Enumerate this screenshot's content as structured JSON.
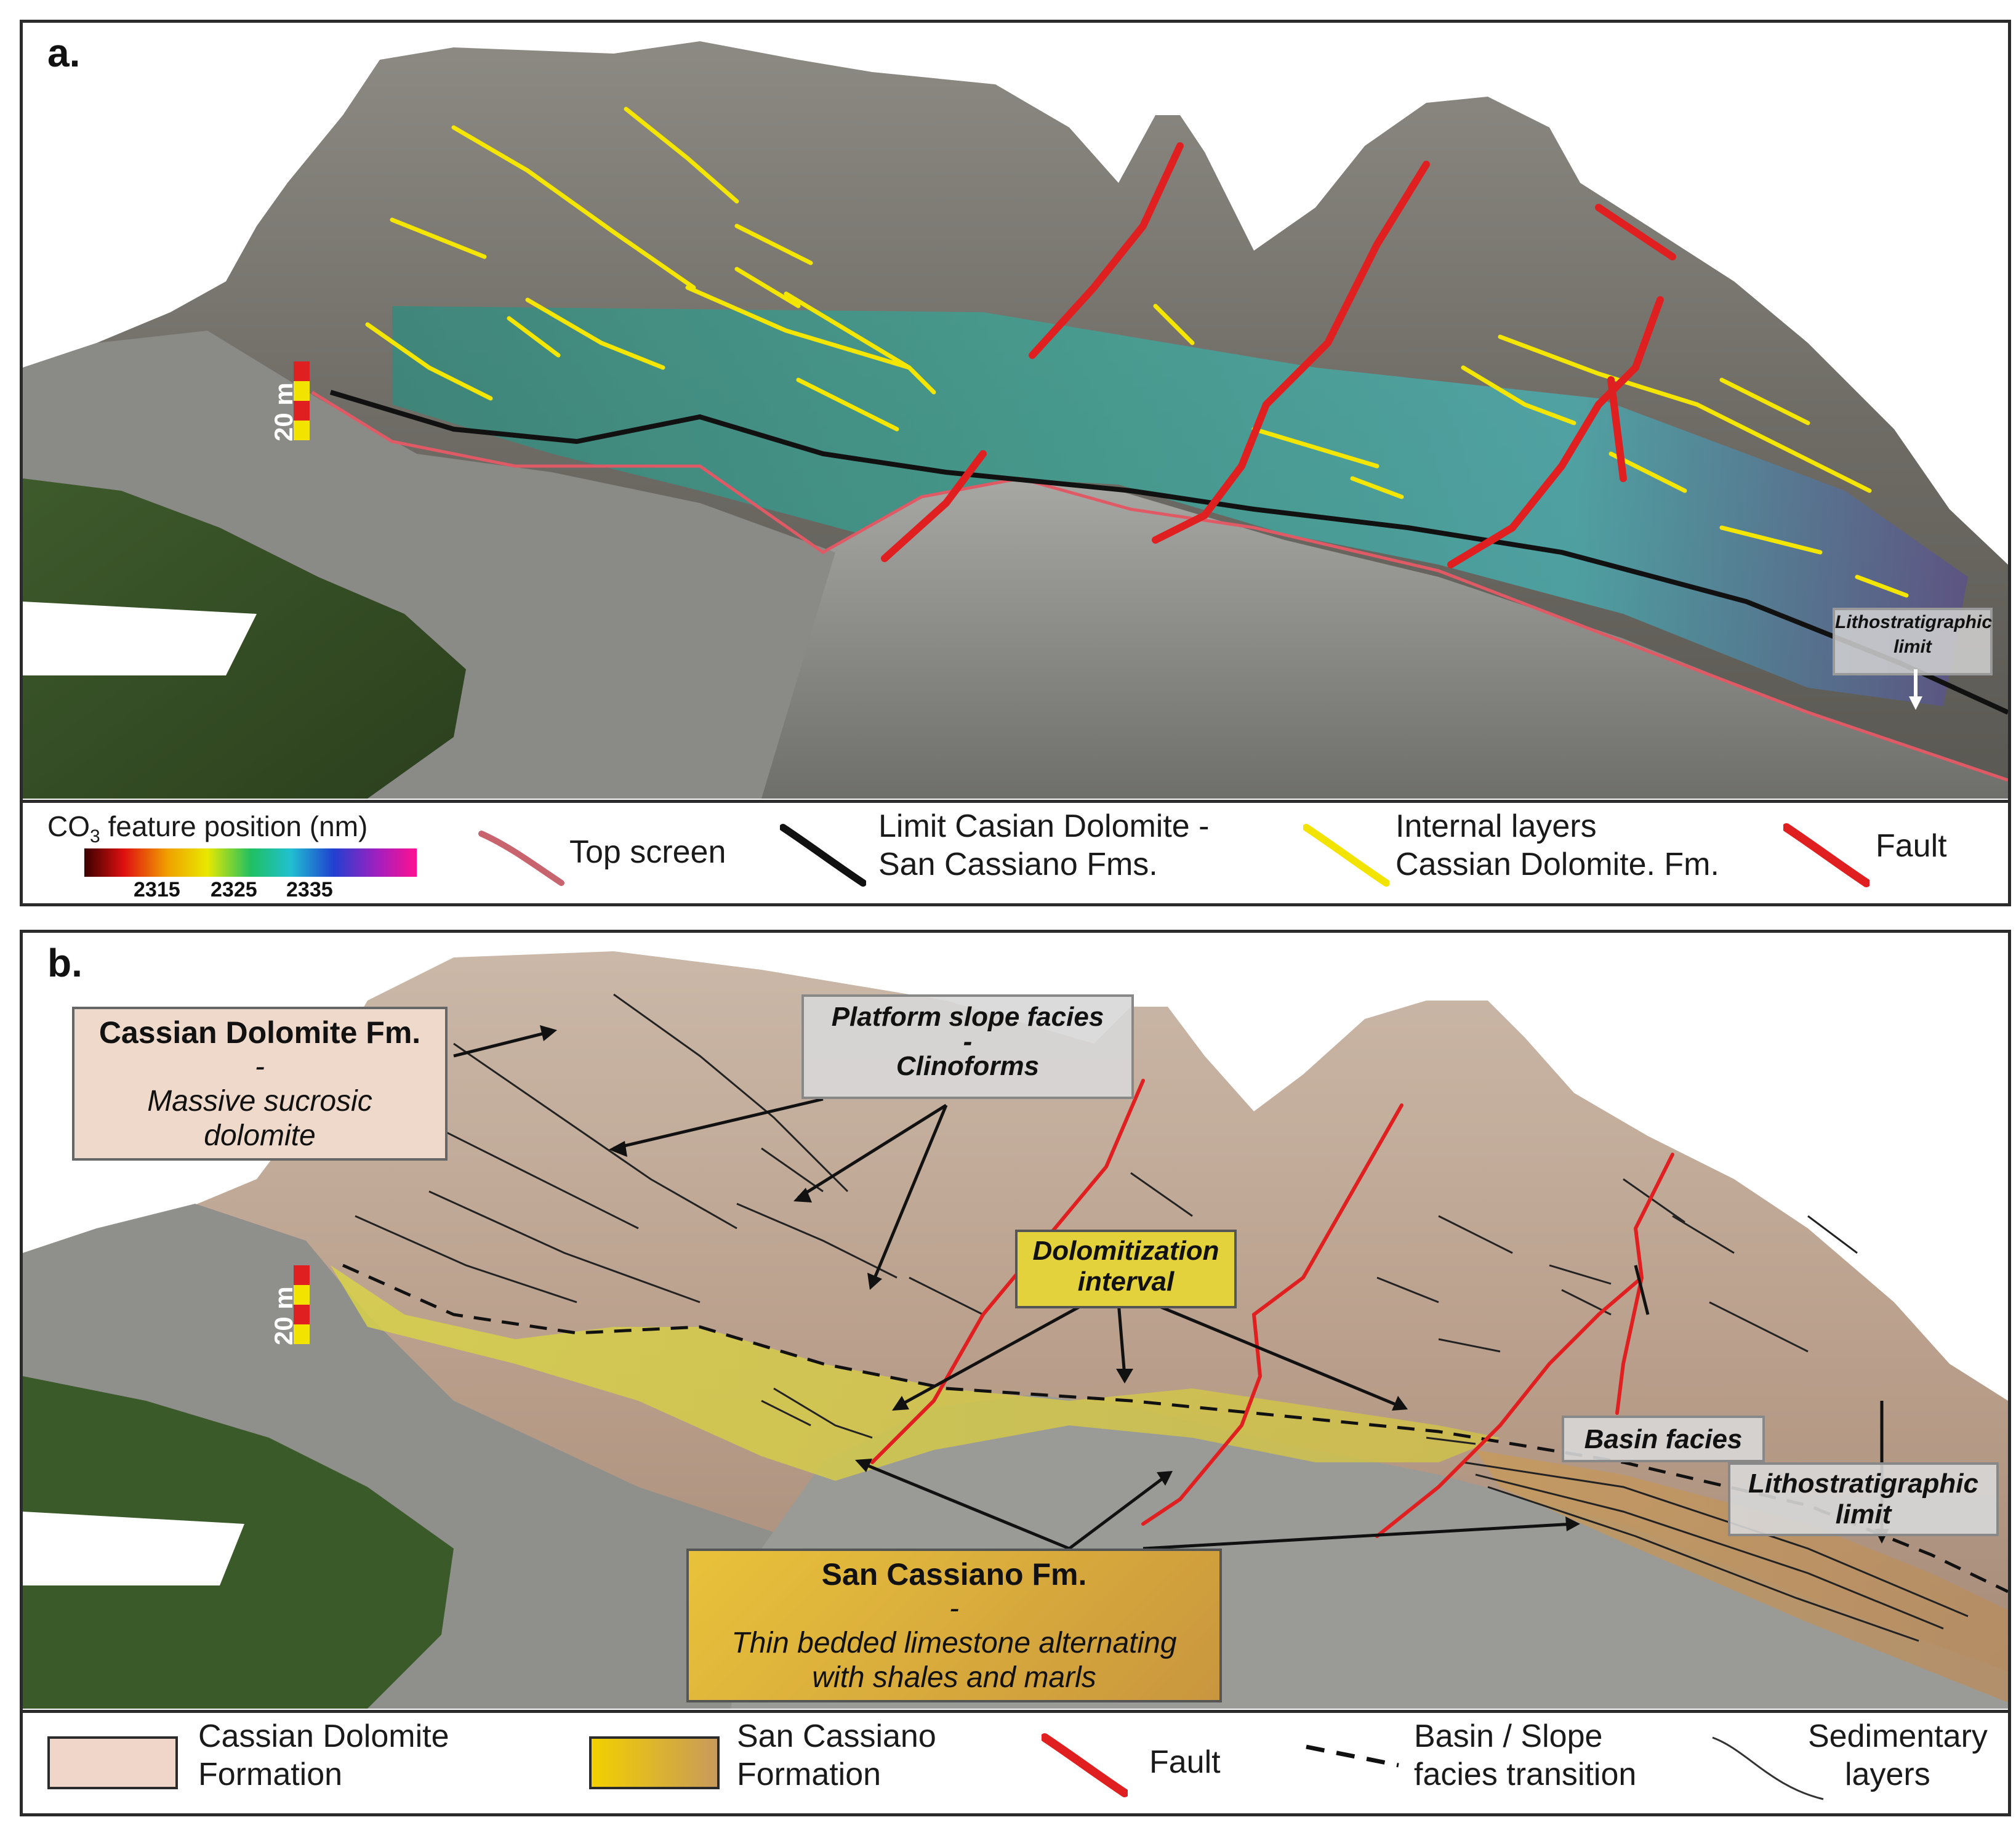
{
  "panel_a": {
    "letter": "a.",
    "scale_label": "20 m",
    "callout": {
      "line1": "Lithostratigraphic",
      "line2": "limit"
    },
    "legend": {
      "colorbar_title_prefix": "CO",
      "colorbar_title_sub": "3",
      "colorbar_title_suffix": " feature position (nm)",
      "colorbar_ticks": [
        "2315",
        "2325",
        "2335"
      ],
      "items": [
        {
          "label": "Top screen",
          "color": "#c8646e"
        },
        {
          "label_line1": "Limit Casian Dolomite -",
          "label_line2": "San Cassiano Fms.",
          "color": "#111111"
        },
        {
          "label_line1": "Internal layers",
          "label_line2": "Cassian Dolomite. Fm.",
          "color": "#f2e400"
        },
        {
          "label": "Fault",
          "color": "#e02020"
        }
      ]
    }
  },
  "panel_b": {
    "letter": "b.",
    "scale_label": "20 m",
    "boxes": {
      "cassian": {
        "title": "Cassian Dolomite Fm.",
        "dash": "-",
        "desc1": "Massive sucrosic",
        "desc2": "dolomite"
      },
      "platform": {
        "line1": "Platform slope facies",
        "dash": "-",
        "line2": "Clinoforms"
      },
      "dolomitization": {
        "line1": "Dolomitization",
        "line2": "interval"
      },
      "san_cassiano": {
        "title": "San Cassiano Fm.",
        "dash": "-",
        "desc1": "Thin bedded limestone alternating",
        "desc2": "with shales and marls"
      },
      "basin": {
        "line1": "Basin facies"
      },
      "litho": {
        "line1": "Lithostratigraphic",
        "line2": "limit"
      }
    },
    "legend": {
      "items": [
        {
          "label_line1": "Cassian Dolomite",
          "label_line2": "Formation",
          "color": "#efd6c8"
        },
        {
          "label_line1": "San Cassiano",
          "label_line2": "Formation",
          "color": "#e8c33a"
        },
        {
          "label": "Fault",
          "color": "#e02020"
        },
        {
          "label_line1": "Basin / Slope",
          "label_line2": "facies transition",
          "color": "#111111"
        },
        {
          "label_line1": "Sedimentary",
          "label_line2": "layers",
          "color": "#333333"
        }
      ]
    }
  }
}
